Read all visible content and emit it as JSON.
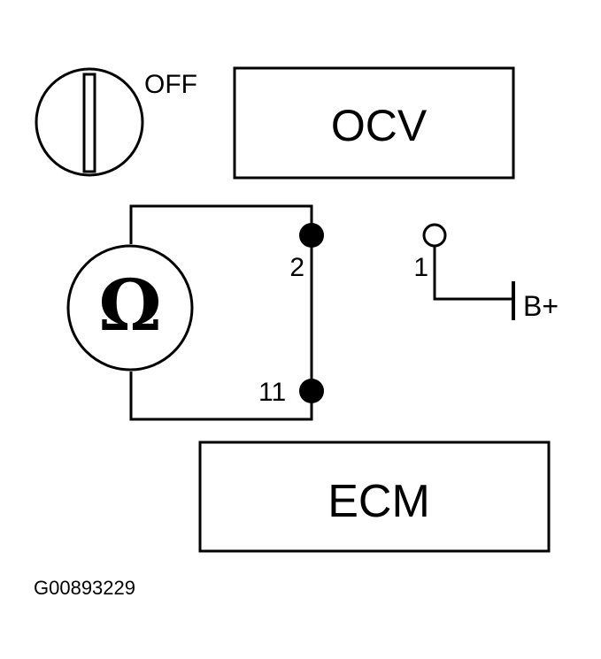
{
  "switch": {
    "label": "OFF"
  },
  "components": {
    "ocv": "OCV",
    "ecm": "ECM"
  },
  "meter": {
    "symbol": "Ω"
  },
  "terminals": {
    "ocv_terminal_1": "1",
    "ecm_terminal_2": "2",
    "ecm_terminal_11": "11"
  },
  "power": {
    "label": "B+"
  },
  "figure": {
    "code": "G00893229"
  },
  "colors": {
    "line": "#000000",
    "background": "#ffffff",
    "terminal_fill": "#000000"
  }
}
